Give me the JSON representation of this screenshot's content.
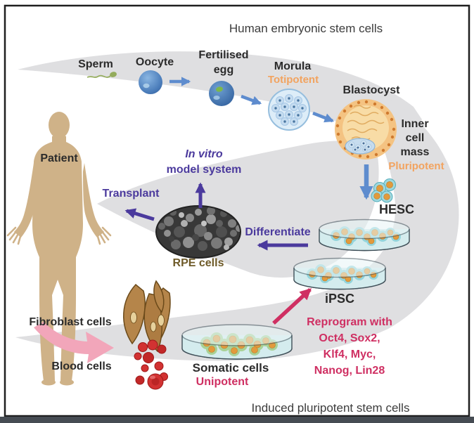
{
  "titles": {
    "top": "Human embryonic stem cells",
    "bottom": "Induced pluripotent stem cells"
  },
  "labels": {
    "sperm": "Sperm",
    "oocyte": "Oocyte",
    "fertilised_egg_line1": "Fertilised",
    "fertilised_egg_line2": "egg",
    "morula": "Morula",
    "totipotent": "Totipotent",
    "blastocyst": "Blastocyst",
    "inner_cell_mass_line1": "Inner",
    "inner_cell_mass_line2": "cell",
    "inner_cell_mass_line3": "mass",
    "pluripotent": "Pluripotent",
    "hesc": "HESC",
    "ipsc": "iPSC",
    "differentiate": "Differentiate",
    "in_vitro": "In vitro",
    "model_system": "model system",
    "transplant": "Transplant",
    "rpe_cells": "RPE cells",
    "patient": "Patient",
    "fibroblast_cells": "Fibroblast cells",
    "blood_cells": "Blood cells",
    "somatic_cells": "Somatic cells",
    "unipotent": "Unipotent",
    "reprogram_line1": "Reprogram with",
    "reprogram_line2": "Oct4, Sox2,",
    "reprogram_line3": "Klf4, Myc,",
    "reprogram_line4": "Nanog, Lin28"
  },
  "colors": {
    "swoosh_gray": "#dfdfe1",
    "purple_accent": "#4b3a9d",
    "crimson_accent": "#cf2f62",
    "potency_orange": "#f2a35f",
    "arrow_blue": "#5e8cce",
    "patient_tan": "#cfb288",
    "rpe_label_olive": "#6e5a28",
    "pink_arrow": "#f2a6ba",
    "dish_fill": "#d4ecee"
  }
}
